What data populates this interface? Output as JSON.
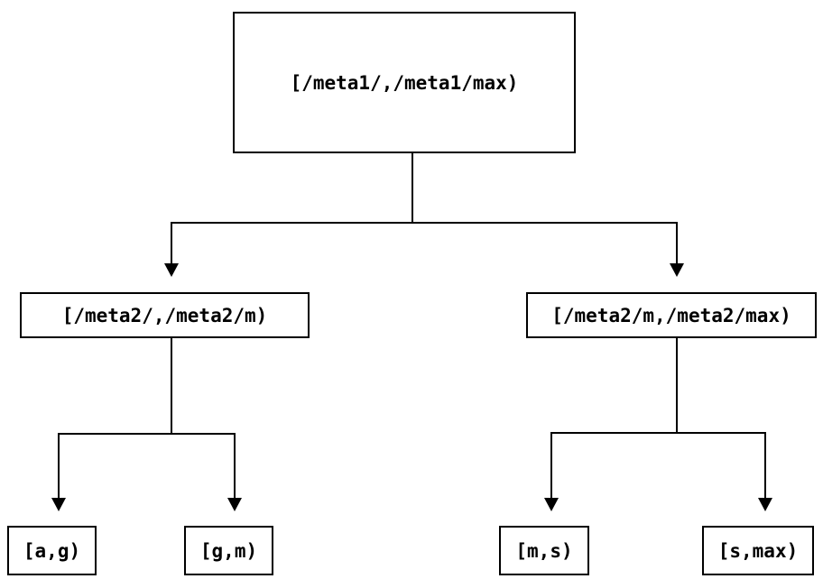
{
  "diagram": {
    "type": "binary-interval-partition-tree",
    "nodes": {
      "root": {
        "label": "[/meta1/,/meta1/max)"
      },
      "left": {
        "label": "[/meta2/,/meta2/m)"
      },
      "right": {
        "label": "[/meta2/m,/meta2/max)"
      },
      "leaf_ag": {
        "label": "[a,g)"
      },
      "leaf_gm": {
        "label": "[g,m)"
      },
      "leaf_ms": {
        "label": "[m,s)"
      },
      "leaf_smax": {
        "label": "[s,max)"
      }
    },
    "edges": [
      {
        "from": "root",
        "to": "left"
      },
      {
        "from": "root",
        "to": "right"
      },
      {
        "from": "left",
        "to": "leaf_ag"
      },
      {
        "from": "left",
        "to": "leaf_gm"
      },
      {
        "from": "right",
        "to": "leaf_ms"
      },
      {
        "from": "right",
        "to": "leaf_smax"
      }
    ],
    "colors": {
      "background": "#ffffff",
      "line": "#000000",
      "text": "#000000",
      "node_fill": "#ffffff"
    }
  }
}
